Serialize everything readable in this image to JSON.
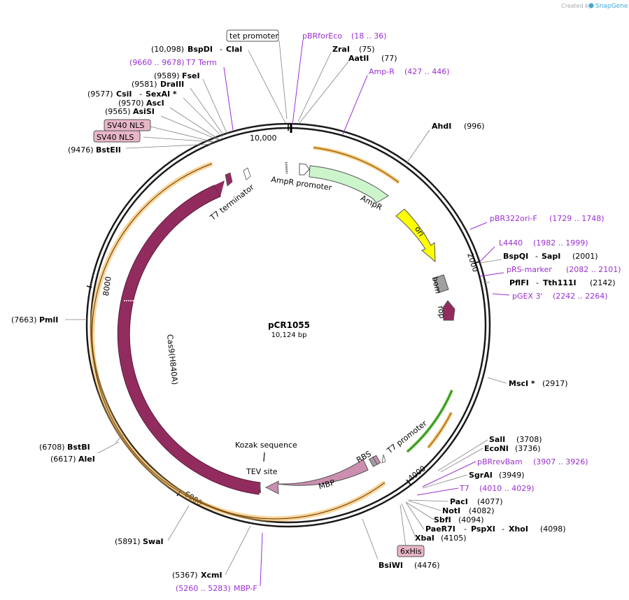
{
  "brand": {
    "created_by": "Created by",
    "product": "SnapGene"
  },
  "plasmid": {
    "name": "pCR1055",
    "size": "10,124 bp"
  },
  "ticks": {
    "t10000": "10,000",
    "t2000": "2000",
    "t4000": "4000",
    "t6000": "6000",
    "t8000": "8000"
  },
  "boxed": {
    "tet_promoter": "tet promoter",
    "sv40_nls_1": "SV40 NLS",
    "sv40_nls_2": "SV40 NLS",
    "his": "6xHis"
  },
  "sites": {
    "bspdi_pos": "(10,098)",
    "bspdi": "BspDI",
    "clai": "ClaI",
    "t7term_pos": "(9660 .. 9678)",
    "t7term": "T7 Term",
    "fsei_pos": "(9589)",
    "fsei": "FseI",
    "draiii_pos": "(9581)",
    "draiii": "DraIII",
    "csii_pos": "(9577)",
    "csii": "CsiI",
    "sexai": "SexAI *",
    "asci_pos": "(9570)",
    "asci": "AscI",
    "asisi_pos": "(9565)",
    "asisi": "AsiSI",
    "bsteii_pos": "(9476)",
    "bsteii": "BstEII",
    "pbrforeco": "pBRforEco",
    "pbrforeco_pos": "(18 .. 36)",
    "zrai": "ZraI",
    "zrai_pos": "(75)",
    "aatii": "AatII",
    "aatii_pos": "(77)",
    "ampr_primer": "Amp-R",
    "ampr_primer_pos": "(427 .. 446)",
    "ahdi": "AhdI",
    "ahdi_pos": "(996)",
    "pbr322ori": "pBR322ori-F",
    "pbr322ori_pos": "(1729 .. 1748)",
    "l4440": "L4440",
    "l4440_pos": "(1982 .. 1999)",
    "bspqi": "BspQI",
    "sapi": "SapI",
    "bspqi_pos": "(2001)",
    "prsmarker": "pRS-marker",
    "prsmarker_pos": "(2082 .. 2101)",
    "pflfi": "PflFI",
    "tth111i": "Tth111I",
    "pflfi_pos": "(2142)",
    "pgex3": "pGEX 3'",
    "pgex3_pos": "(2242 .. 2264)",
    "pmli_pos": "(7663)",
    "pmli": "PmlI",
    "msci": "MscI *",
    "msci_pos": "(2917)",
    "sali": "SalI",
    "sali_pos": "(3708)",
    "econi": "EcoNI",
    "econi_pos": "(3736)",
    "pbrrevbam": "pBRrevBam",
    "pbrrevbam_pos": "(3907 .. 3926)",
    "sgrai": "SgrAI",
    "sgrai_pos": "(3949)",
    "t7": "T7",
    "t7_pos": "(4010 .. 4029)",
    "paci": "PacI",
    "paci_pos": "(4077)",
    "noti": "NotI",
    "noti_pos": "(4082)",
    "sbfi": "SbfI",
    "sbfi_pos": "(4094)",
    "pae": "PaeR7I",
    "pspxi": "PspXI",
    "xhoi": "XhoI",
    "pae_pos": "(4098)",
    "xbai": "XbaI",
    "xbai_pos": "(4105)",
    "bstbi_pos": "(6708)",
    "bstbi": "BstBI",
    "alei_pos": "(6617)",
    "alei": "AleI",
    "bsiwi": "BsiWI",
    "bsiwi_pos": "(4476)",
    "swai_pos": "(5891)",
    "swai": "SwaI",
    "xcmi_pos": "(5367)",
    "xcmi": "XcmI",
    "mbpf_pos": "(5260 .. 5283)",
    "mbpf": "MBP-F"
  },
  "features": {
    "ampr_promoter": "AmpR promoter",
    "ampr": "AmpR",
    "ori": "ori",
    "bom": "bom",
    "rop": "rop",
    "t7_terminator": "T7 terminator",
    "cas9": "Cas9(H840A)",
    "kozak": "Kozak sequence",
    "tev": "TEV site",
    "mbp": "MBP",
    "rbs": "RBS",
    "t7_promoter": "T7 promoter"
  },
  "colors": {
    "backbone": "#1a1a1a",
    "cas9": "#922c5e",
    "ampr": "#ccf5cc",
    "ori": "#ffff00",
    "mbp": "#cc8faf",
    "bom": "#a0a0a0",
    "primer": "#9a2fd1",
    "orf": "#f5b041"
  }
}
